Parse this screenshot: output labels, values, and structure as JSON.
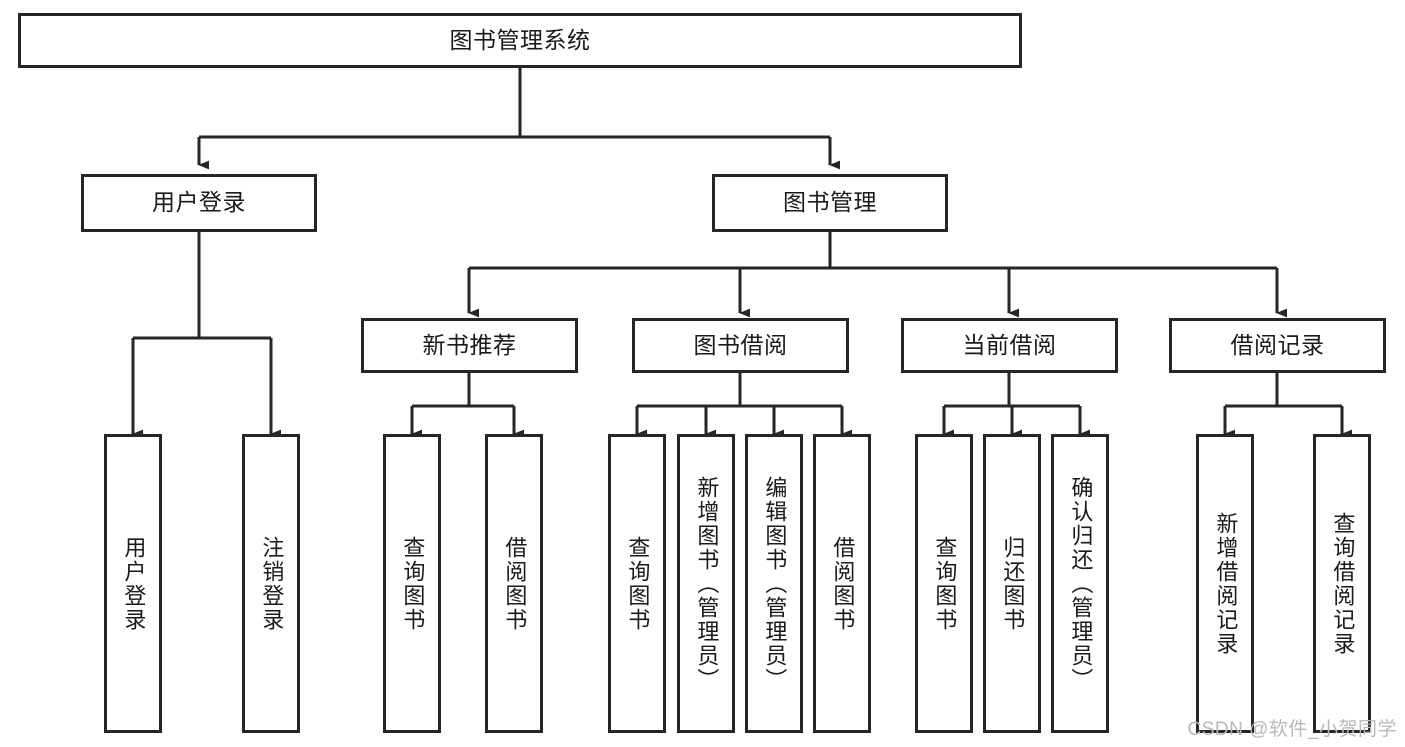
{
  "diagram": {
    "title": "图书管理系统",
    "type": "hierarchy-tree",
    "root": {
      "id": "root",
      "label": "图书管理系统",
      "orientation": "horizontal"
    },
    "level2": [
      {
        "id": "user-login",
        "label": "用户登录",
        "orientation": "horizontal"
      },
      {
        "id": "book-manage",
        "label": "图书管理",
        "orientation": "horizontal"
      }
    ],
    "level3": [
      {
        "id": "new-book-recommend",
        "label": "新书推荐",
        "orientation": "horizontal",
        "parent": "book-manage"
      },
      {
        "id": "book-borrow",
        "label": "图书借阅",
        "orientation": "horizontal",
        "parent": "book-manage"
      },
      {
        "id": "current-borrow",
        "label": "当前借阅",
        "orientation": "horizontal",
        "parent": "book-manage"
      },
      {
        "id": "borrow-record",
        "label": "借阅记录",
        "orientation": "horizontal",
        "parent": "book-manage"
      }
    ],
    "leaves": {
      "user-login": [
        {
          "id": "leaf-user-login",
          "label": "用户登录"
        },
        {
          "id": "leaf-logout",
          "label": "注销登录"
        }
      ],
      "new-book-recommend": [
        {
          "id": "leaf-query-book-1",
          "label": "查询图书"
        },
        {
          "id": "leaf-borrow-book-1",
          "label": "借阅图书"
        }
      ],
      "book-borrow": [
        {
          "id": "leaf-query-book-2",
          "label": "查询图书"
        },
        {
          "id": "leaf-add-book",
          "label": "新增图书（管理员）"
        },
        {
          "id": "leaf-edit-book",
          "label": "编辑图书（管理员）"
        },
        {
          "id": "leaf-borrow-book-2",
          "label": "借阅图书"
        }
      ],
      "current-borrow": [
        {
          "id": "leaf-query-book-3",
          "label": "查询图书"
        },
        {
          "id": "leaf-return-book",
          "label": "归还图书"
        },
        {
          "id": "leaf-confirm-return",
          "label": "确认归还（管理员）"
        }
      ],
      "borrow-record": [
        {
          "id": "leaf-add-record",
          "label": "新增借阅记录"
        },
        {
          "id": "leaf-query-record",
          "label": "查询借阅记录"
        }
      ]
    },
    "colors": {
      "stroke": "#262626",
      "fill": "#ffffff",
      "text": "#1a1a1a",
      "watermark": "#b8b8b8"
    }
  },
  "watermark": {
    "text": "CSDN @软件_小贺同学"
  }
}
